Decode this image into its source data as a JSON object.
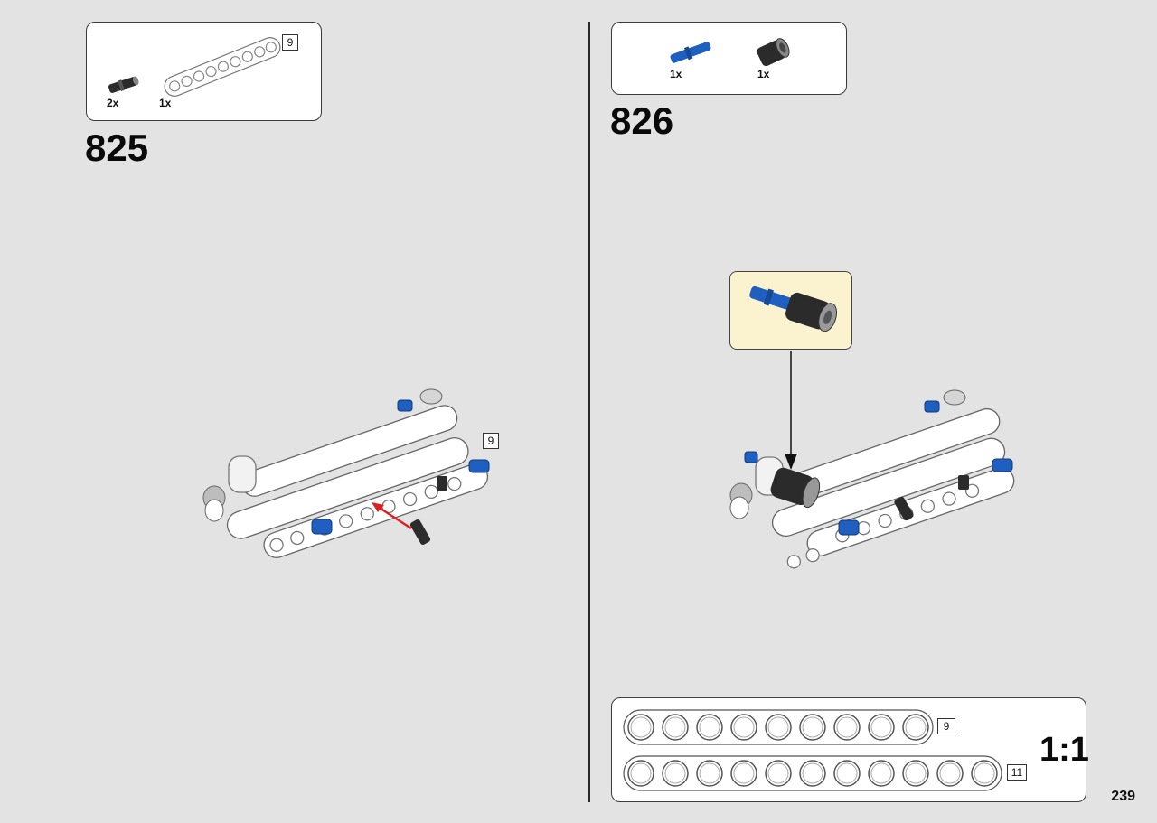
{
  "page": {
    "number": "239"
  },
  "colors": {
    "background": "#e3e3e3",
    "part_blue": "#1f5fbf",
    "part_black": "#2b2b2b",
    "part_white": "#ffffff",
    "callout_bg": "#fbf3cf",
    "arrow_red": "#e02020"
  },
  "steps": [
    {
      "number": "825",
      "parts": [
        {
          "name": "black-pin-with-friction",
          "qty": "2x"
        },
        {
          "name": "white-beam-9",
          "qty": "1x",
          "length": "9"
        }
      ],
      "callout_length": "9"
    },
    {
      "number": "826",
      "parts": [
        {
          "name": "blue-axle-pin",
          "qty": "1x"
        },
        {
          "name": "black-bush",
          "qty": "1x"
        }
      ]
    }
  ],
  "scale_reference": {
    "label": "1:1",
    "beams": [
      {
        "length": "9",
        "holes": 9
      },
      {
        "length": "11",
        "holes": 11
      }
    ]
  }
}
